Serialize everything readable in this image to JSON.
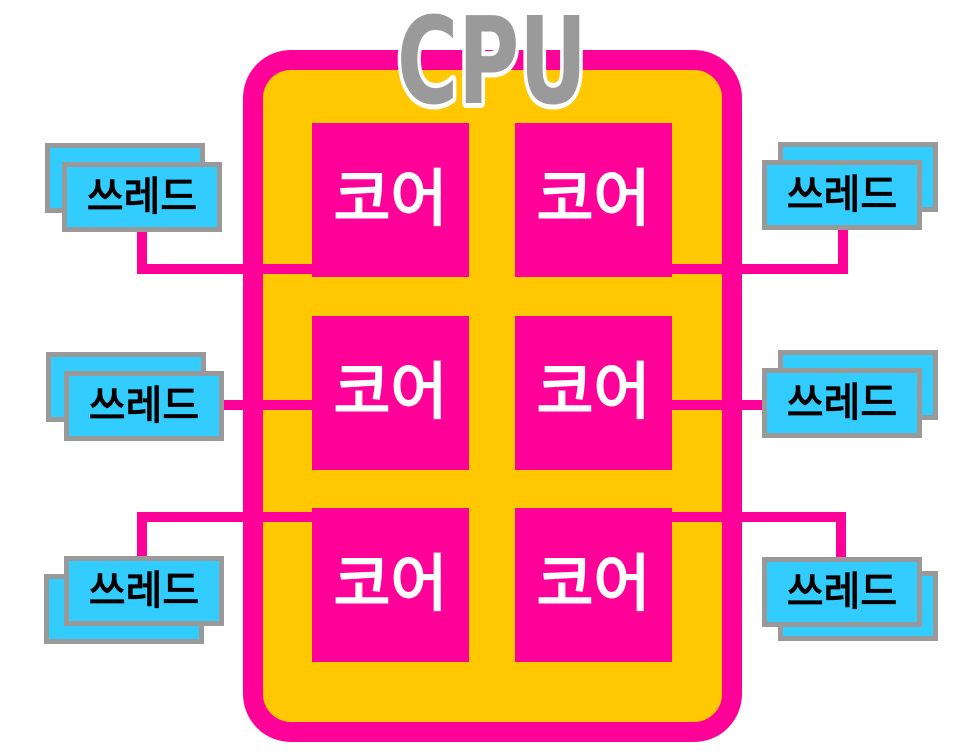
{
  "cpu": {
    "label": "CPU"
  },
  "cores": [
    {
      "id": "core-1",
      "label": "코어"
    },
    {
      "id": "core-2",
      "label": "코어"
    },
    {
      "id": "core-3",
      "label": "코어"
    },
    {
      "id": "core-4",
      "label": "코어"
    },
    {
      "id": "core-5",
      "label": "코어"
    },
    {
      "id": "core-6",
      "label": "코어"
    }
  ],
  "threads": [
    {
      "id": "thread-top-left",
      "label": "쓰레드"
    },
    {
      "id": "thread-middle-left",
      "label": "쓰레드"
    },
    {
      "id": "thread-bottom-left",
      "label": "쓰레드"
    },
    {
      "id": "thread-top-right",
      "label": "쓰레드"
    },
    {
      "id": "thread-middle-right",
      "label": "쓰레드"
    },
    {
      "id": "thread-bottom-right",
      "label": "쓰레드"
    }
  ],
  "colors": {
    "cpu_border": "#FF0099",
    "cpu_fill": "#FFC800",
    "core_fill": "#FF0099",
    "core_text": "#FFFFFF",
    "connector": "#FF0099",
    "thread_fill": "#33CCFF",
    "thread_border": "#999999",
    "thread_text": "#000000",
    "cpu_label_fill": "#9A9A9A",
    "cpu_label_outline": "#FFFFFF"
  }
}
